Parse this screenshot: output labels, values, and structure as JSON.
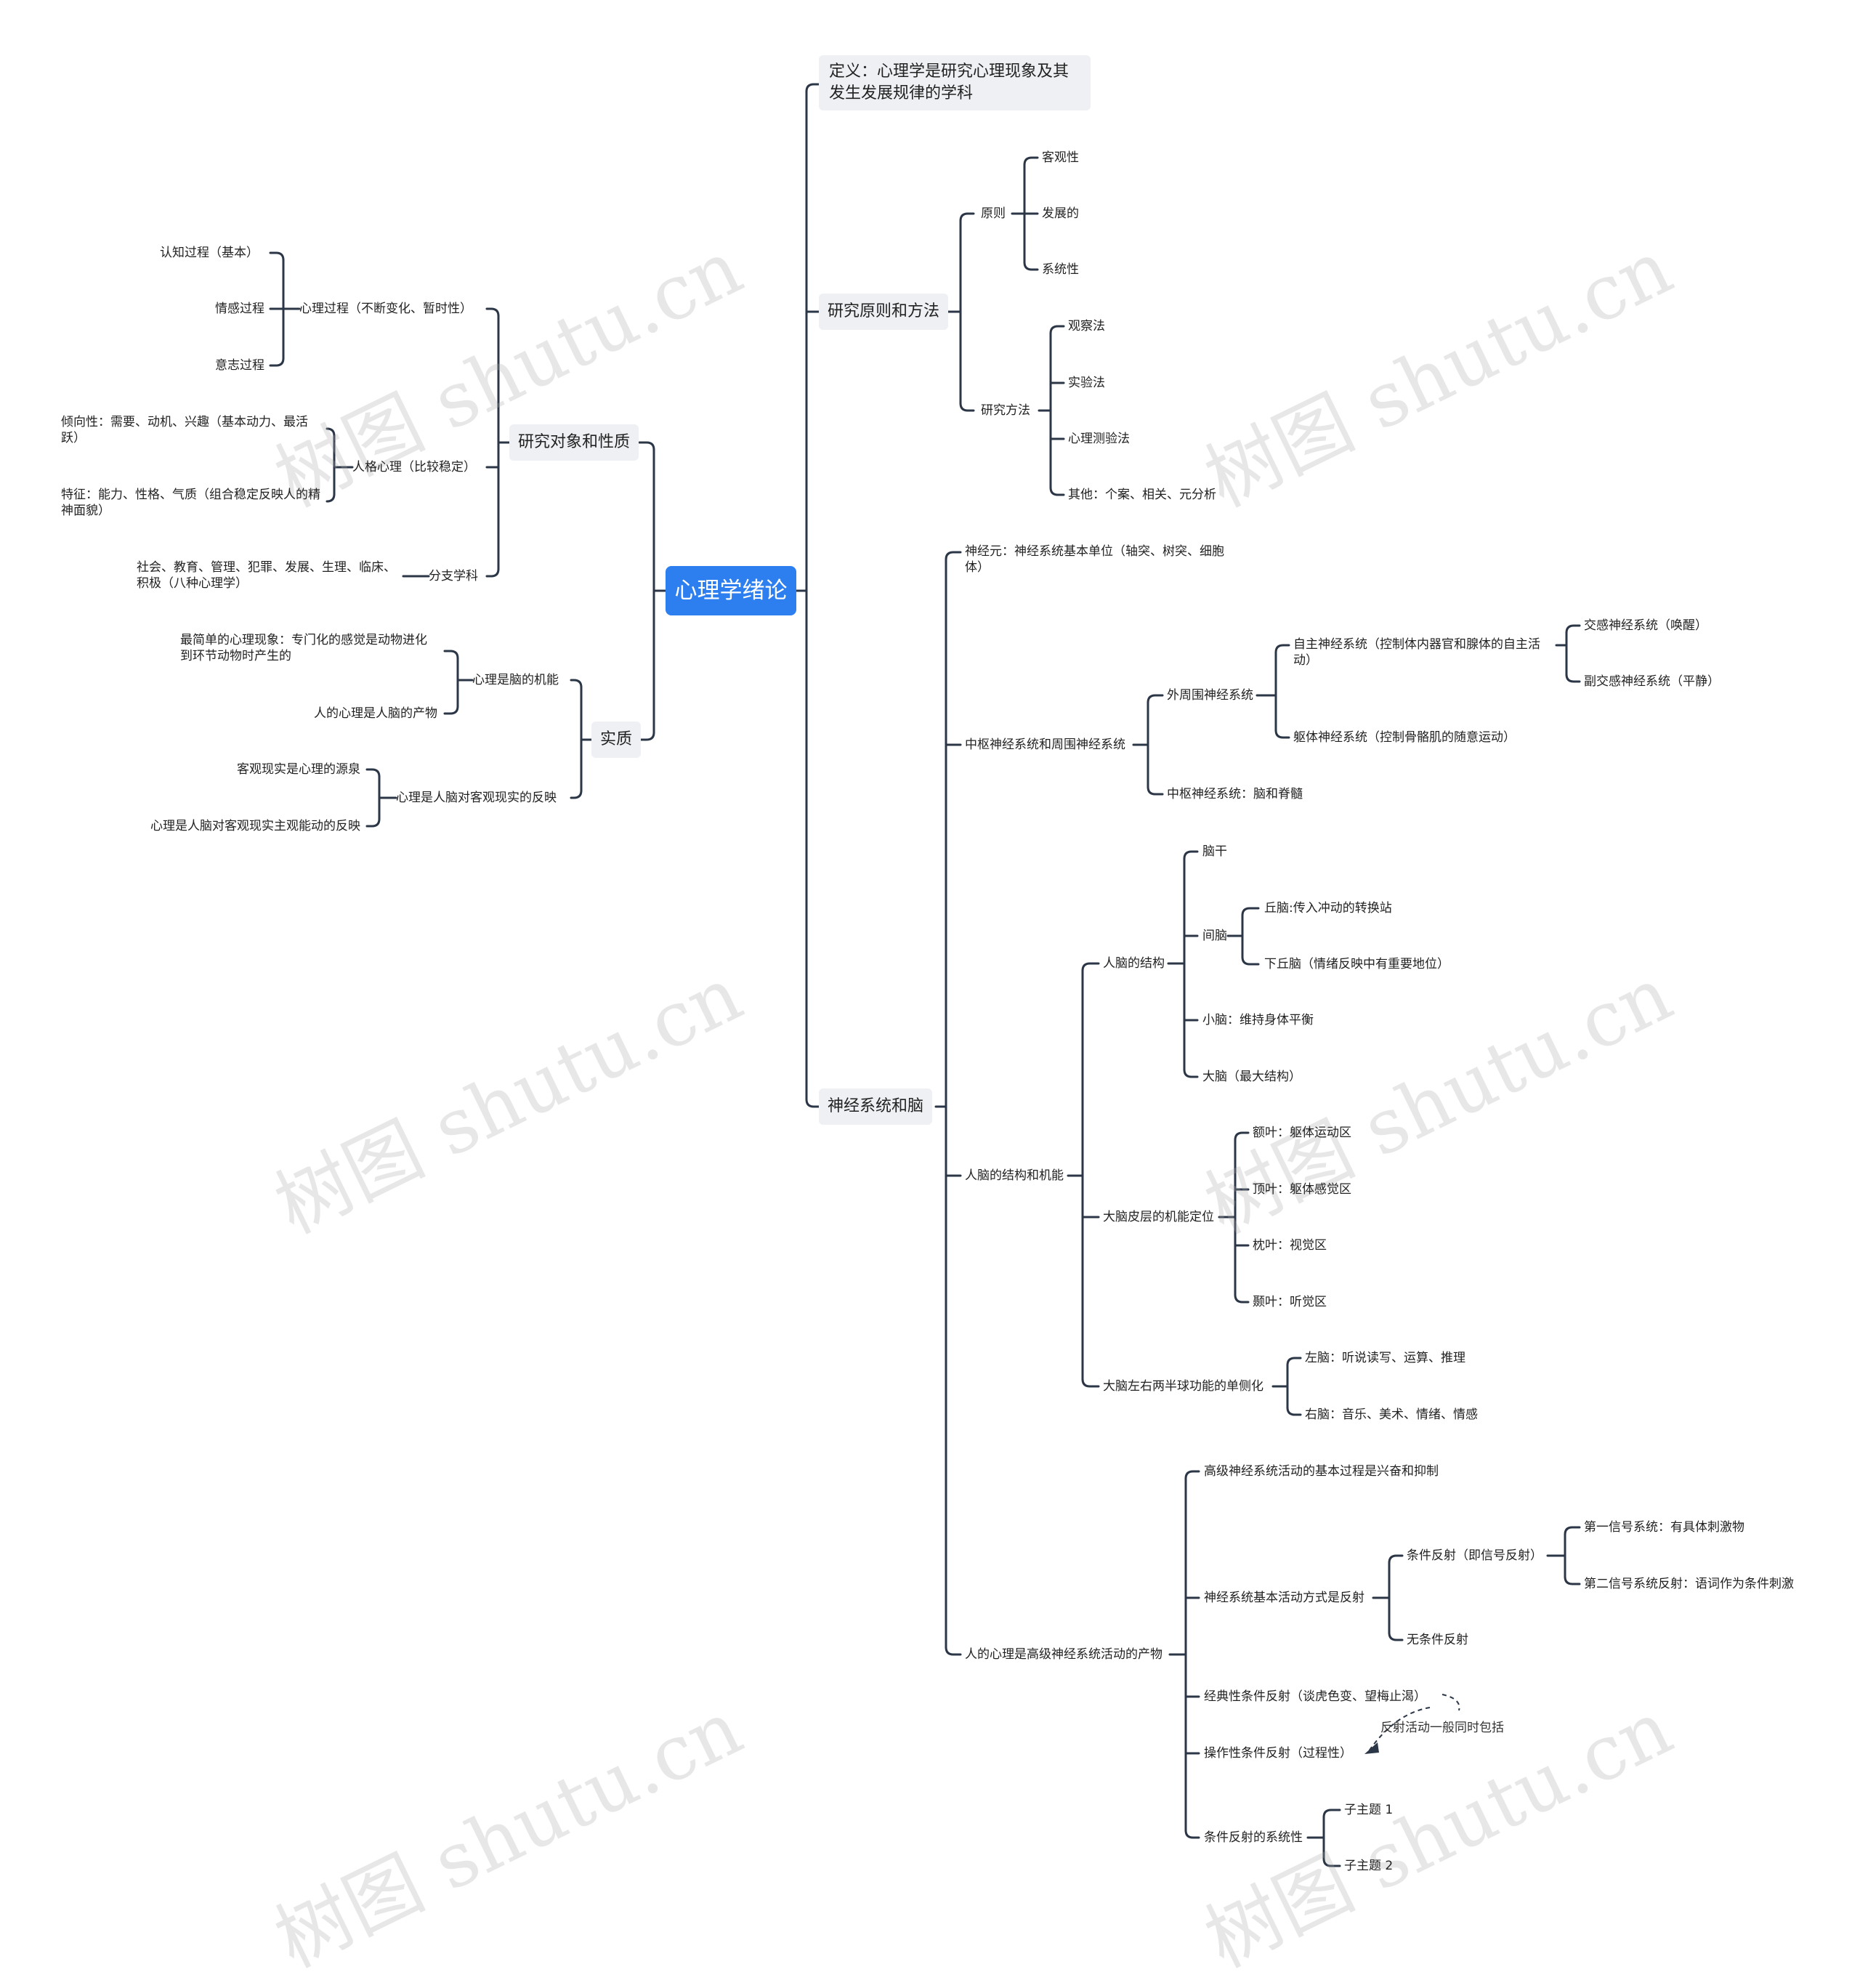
{
  "root": "心理学绪论",
  "watermark": "树图 shutu.cn",
  "left": {
    "study": {
      "label": "研究对象和性质",
      "process": {
        "label": "心理过程（不断变化、暂时性）",
        "items": [
          "认知过程（基本）",
          "情感过程",
          "意志过程"
        ]
      },
      "personality": {
        "label": "人格心理（比较稳定）",
        "items": [
          "倾向性：需要、动机、兴趣（基本动力、最活跃）",
          "特征：能力、性格、气质（组合稳定反映人的精神面貌）"
        ]
      },
      "branch": {
        "label": "分支学科",
        "items": [
          "社会、教育、管理、犯罪、发展、生理、临床、积极（八种心理学）"
        ]
      }
    },
    "essence": {
      "label": "实质",
      "brain": {
        "label": "心理是脑的机能",
        "items": [
          "最简单的心理现象：专门化的感觉是动物进化到环节动物时产生的",
          "人的心理是人脑的产物"
        ]
      },
      "reflect": {
        "label": "心理是人脑对客观现实的反映",
        "items": [
          "客观现实是心理的源泉",
          "心理是人脑对客观现实主观能动的反映"
        ]
      }
    }
  },
  "right": {
    "definition": "定义：心理学是研究心理现象及其发生发展规律的学科",
    "methods": {
      "label": "研究原则和方法",
      "principle": {
        "label": "原则",
        "items": [
          "客观性",
          "发展的",
          "系统性"
        ]
      },
      "method": {
        "label": "研究方法",
        "items": [
          "观察法",
          "实验法",
          "心理测验法",
          "其他：个案、相关、元分析"
        ]
      }
    },
    "nervous": {
      "label": "神经系统和脑",
      "neuron": "神经元：神经系统基本单位（轴突、树突、细胞体）",
      "cns": {
        "label": "中枢神经系统和周围神经系统",
        "peripheral": {
          "label": "外周围神经系统",
          "autonomic": {
            "label": "自主神经系统（控制体内器官和腺体的自主活动）",
            "items": [
              "交感神经系统（唤醒）",
              "副交感神经系统（平静）"
            ]
          },
          "somatic": "躯体神经系统（控制骨骼肌的随意运动）"
        },
        "central": "中枢神经系统：脑和脊髓"
      },
      "brain": {
        "label": "人脑的结构和机能",
        "structure": {
          "label": "人脑的结构",
          "brainstem": "脑干",
          "diencephalon": {
            "label": "间脑",
            "items": [
              "丘脑:传入冲动的转换站",
              "下丘脑（情绪反映中有重要地位）"
            ]
          },
          "cerebellum": "小脑：维持身体平衡",
          "cerebrum": "大脑（最大结构）"
        },
        "cortex": {
          "label": "大脑皮层的机能定位",
          "items": [
            "额叶：躯体运动区",
            "顶叶：躯体感觉区",
            "枕叶：视觉区",
            "颞叶：听觉区"
          ]
        },
        "hemisphere": {
          "label": "大脑左右两半球功能的单侧化",
          "items": [
            "左脑：听说读写、运算、推理",
            "右脑：音乐、美术、情绪、情感"
          ]
        }
      },
      "higher": {
        "label": "人的心理是高级神经系统活动的产物",
        "basic": "高级神经系统活动的基本过程是兴奋和抑制",
        "reflex": {
          "label": "神经系统基本活动方式是反射",
          "conditioned": {
            "label": "条件反射（即信号反射）",
            "items": [
              "第一信号系统：有具体刺激物",
              "第二信号系统反射：语词作为条件刺激"
            ]
          },
          "unconditioned": "无条件反射"
        },
        "classical": "经典性条件反射（谈虎色变、望梅止渴）",
        "operant": "操作性条件反射（过程性）",
        "relation_note": "反射活动一般同时包括",
        "systemic": {
          "label": "条件反射的系统性",
          "items": [
            "子主题 1",
            "子主题 2"
          ]
        }
      }
    }
  },
  "colors": {
    "root_bg": "#2d7ff0",
    "line": "#2b3647",
    "main_bg": "#eef0f3"
  }
}
